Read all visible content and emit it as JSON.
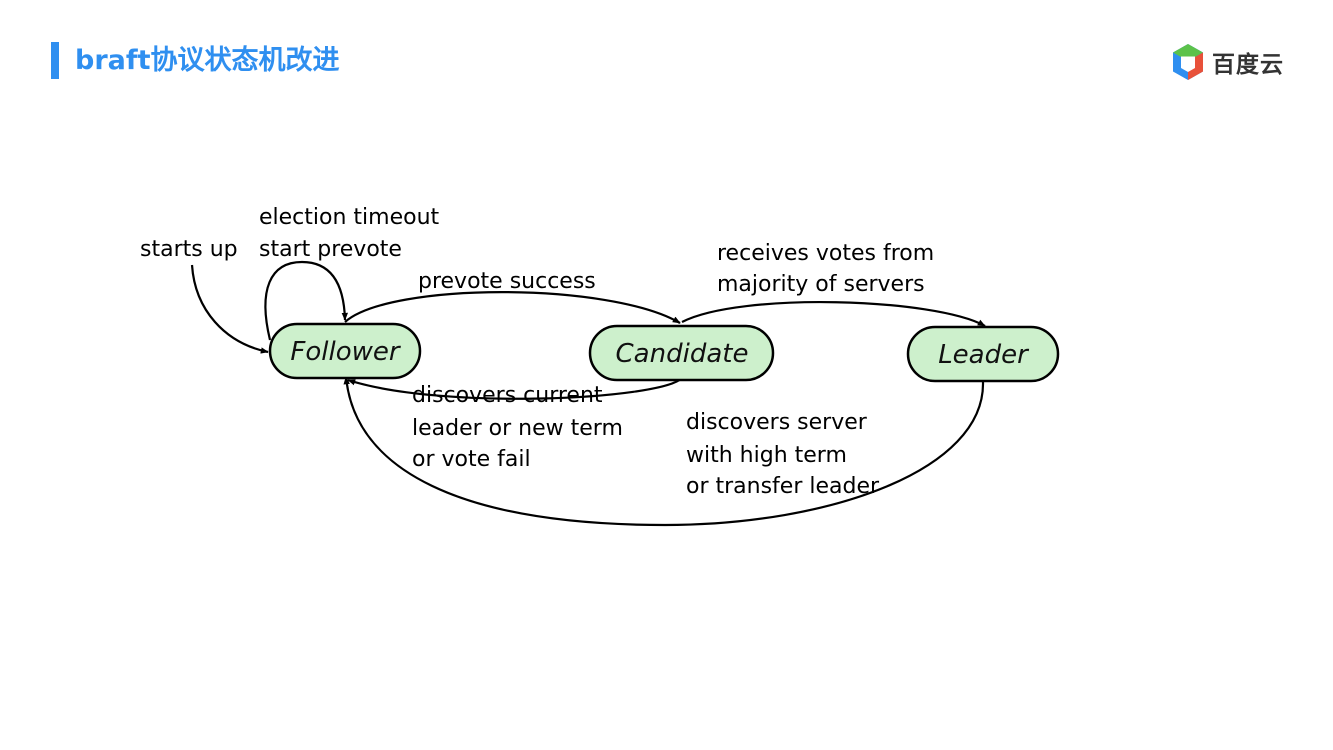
{
  "header": {
    "title": "braft协议状态机改进",
    "accent_color": "#2f8ff0"
  },
  "logo": {
    "icon": "baidu-cloud-hexagon-icon",
    "text": "百度云"
  },
  "diagram": {
    "states": [
      {
        "id": "follower",
        "label": "Follower"
      },
      {
        "id": "candidate",
        "label": "Candidate"
      },
      {
        "id": "leader",
        "label": "Leader"
      }
    ],
    "labels": {
      "starts_up": "starts up",
      "election_timeout_line1": "election timeout",
      "election_timeout_line2": "start prevote",
      "prevote_success": "prevote success",
      "receives_votes_line1": "receives votes from",
      "receives_votes_line2": "majority of servers",
      "discovers_current_line1": "discovers current",
      "discovers_current_line2": "leader or new term",
      "discovers_current_line3": "or vote fail",
      "discovers_server_line1": "discovers server",
      "discovers_server_line2": "with high term",
      "discovers_server_line3": "or transfer leader"
    },
    "colors": {
      "state_fill": "#cdf0cc",
      "stroke": "#000000"
    }
  }
}
